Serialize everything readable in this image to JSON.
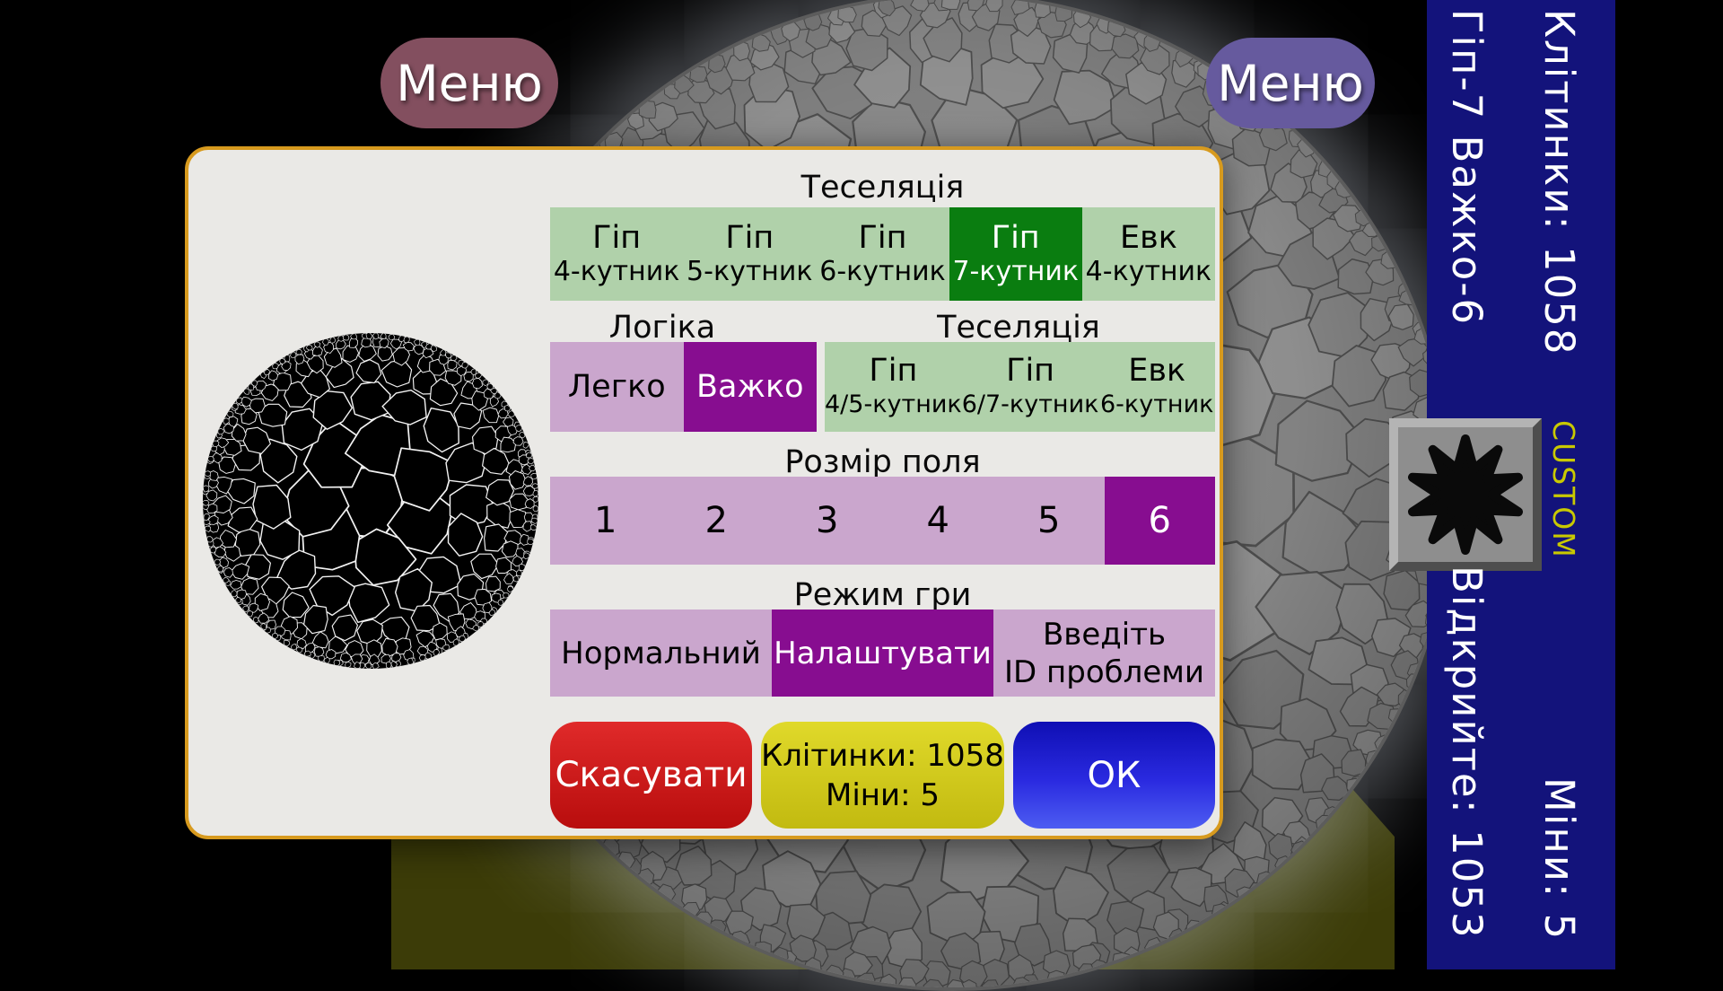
{
  "menus": {
    "left_label": "Меню",
    "right_label": "Меню"
  },
  "sidebar": {
    "status_mode": "Гіп-7 Важко-6",
    "cells_count": "Клітинки: 1058",
    "custom_label": "CUSTOM",
    "open_count": "Відкрийте: 1053",
    "mines_count": "Міни: 5"
  },
  "dialog": {
    "tessellation_label": "Теселяція",
    "logic_label": "Логіка",
    "tessellation2_label": "Теселяція",
    "field_size_label": "Розмір поля",
    "game_mode_label": "Режим гри",
    "tessellation_options": [
      {
        "name": "Гіп",
        "shape": "4-кутник",
        "selected": false
      },
      {
        "name": "Гіп",
        "shape": "5-кутник",
        "selected": false
      },
      {
        "name": "Гіп",
        "shape": "6-кутник",
        "selected": false
      },
      {
        "name": "Гіп",
        "shape": "7-кутник",
        "selected": true
      },
      {
        "name": "Евк",
        "shape": "4-кутник",
        "selected": false
      }
    ],
    "logic_options": [
      {
        "label": "Легко",
        "selected": false
      },
      {
        "label": "Важко",
        "selected": true
      }
    ],
    "tessellation2_options": [
      {
        "name": "Гіп",
        "shape": "4/5-кутник",
        "selected": false
      },
      {
        "name": "Гіп",
        "shape": "6/7-кутник",
        "selected": false
      },
      {
        "name": "Евк",
        "shape": "6-кутник",
        "selected": false
      }
    ],
    "size_options": [
      {
        "label": "1",
        "selected": false
      },
      {
        "label": "2",
        "selected": false
      },
      {
        "label": "3",
        "selected": false
      },
      {
        "label": "4",
        "selected": false
      },
      {
        "label": "5",
        "selected": false
      },
      {
        "label": "6",
        "selected": true
      }
    ],
    "mode_options": [
      {
        "label": "Нормальний",
        "selected": false
      },
      {
        "label": "Налаштувати",
        "selected": true
      }
    ],
    "mode_option_id": {
      "line1": "Введіть",
      "line2": "ID проблеми",
      "selected": false
    },
    "cancel_button": "Скасувати",
    "info_box": {
      "line1": "Клітинки: 1058",
      "line2": "Міни: 5"
    },
    "ok_button": "ОК"
  },
  "colors": {
    "dialog_border": "#d79a1e",
    "dialog_bg": "#eae9e6",
    "option_green": "#b0d1aa",
    "option_green_selected": "#0a7d10",
    "option_purple": "#caa6cd",
    "option_purple_selected": "#870d90",
    "cancel_red": "#c81515",
    "info_yellow": "#d6ce1a",
    "ok_blue": "#2a2ae0",
    "sidebar_band": "#13137b",
    "custom_text": "#c9c900",
    "menu_left": "#834f5f",
    "menu_right": "#665a9e"
  }
}
